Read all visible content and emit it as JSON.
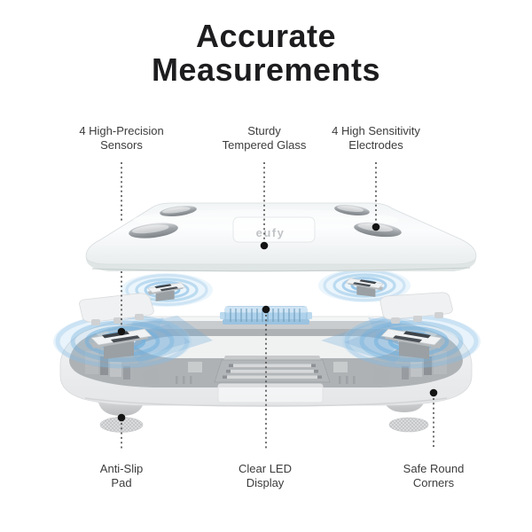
{
  "title": {
    "line1": "Accurate",
    "line2": "Measurements"
  },
  "brand": "eufy",
  "callouts": {
    "top": [
      {
        "line1": "4 High-Precision",
        "line2": "Sensors"
      },
      {
        "line1": "Sturdy",
        "line2": "Tempered Glass"
      },
      {
        "line1": "4 High Sensitivity",
        "line2": "Electrodes"
      }
    ],
    "bottom": [
      {
        "line1": "Anti-Slip",
        "line2": "Pad"
      },
      {
        "line1": "Clear LED",
        "line2": "Display"
      },
      {
        "line1": "Safe Round",
        "line2": "Corners"
      }
    ]
  },
  "colors": {
    "title_text": "#1d1d1f",
    "label_text": "#3c3c3c",
    "callout_line": "#4d4d4d",
    "ripple_blue": "#6fb0de",
    "led_blue": "#aed2ec",
    "metal_gray": "#85898d",
    "base_gray": "#aeb2b5",
    "glass_white": "#f7f9fa"
  }
}
